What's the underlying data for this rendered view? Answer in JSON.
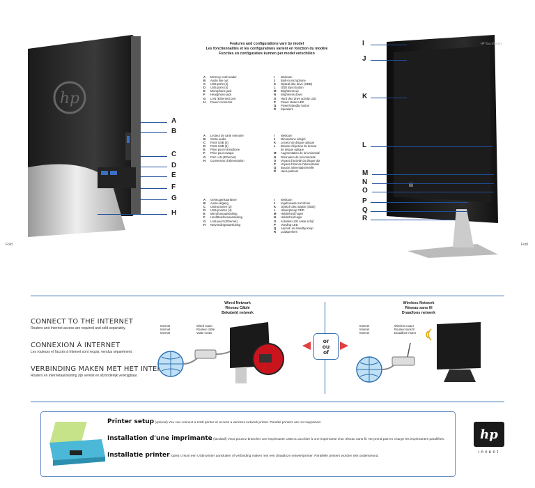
{
  "intro": {
    "lines": [
      "Features and configurations vary by model",
      "Les fonctionnalités et les configurations varient en fonction du modèle",
      "Functies en configuraties kunnen per model verschillen"
    ]
  },
  "callouts_back": [
    "A",
    "B",
    "C",
    "D",
    "E",
    "F",
    "G",
    "H"
  ],
  "callouts_front": [
    "I",
    "J",
    "K",
    "L",
    "M",
    "N",
    "O",
    "P",
    "Q",
    "R"
  ],
  "fold_label": "Fold",
  "lists": {
    "en_left": [
      [
        "A",
        "Memory card reader"
      ],
      [
        "B",
        "Audio line out"
      ],
      [
        "C",
        "USB ports (2)"
      ],
      [
        "D",
        "USB ports (4)"
      ],
      [
        "E",
        "Microphone jack"
      ],
      [
        "F",
        "Headphone jack"
      ],
      [
        "G",
        "LAN (Ethernet) port"
      ],
      [
        "H",
        "Power connector"
      ]
    ],
    "en_right": [
      [
        "I",
        "Webcam"
      ],
      [
        "J",
        "Built-in microphone"
      ],
      [
        "K",
        "Optical disc drive (ODD)"
      ],
      [
        "L",
        "ODD Eject button"
      ],
      [
        "M",
        "Brightness up"
      ],
      [
        "N",
        "Brightness down"
      ],
      [
        "O",
        "Hard disc drive activity LED"
      ],
      [
        "P",
        "Power status LED"
      ],
      [
        "Q",
        "Power/Standby button"
      ],
      [
        "R",
        "Speakers"
      ]
    ],
    "fr_left": [
      [
        "A",
        "Lecteur de carte mémoire"
      ],
      [
        "B",
        "Sortie audio"
      ],
      [
        "C",
        "Ports USB (2)"
      ],
      [
        "D",
        "Ports USB (4)"
      ],
      [
        "E",
        "Prise pour microphone"
      ],
      [
        "F",
        "Prise pour casque"
      ],
      [
        "G",
        "Port LAN (Ethernet)"
      ],
      [
        "H",
        "Connecteur d'alimentation"
      ]
    ],
    "fr_right": [
      [
        "I",
        "Webcam"
      ],
      [
        "J",
        "Microphone intégré"
      ],
      [
        "K",
        "Lecteur de disque optique"
      ],
      [
        "L",
        "Bouton d'éjection du lecteur"
      ],
      [
        "",
        "de disque optique"
      ],
      [
        "M",
        "Augmentation de la luminosité"
      ],
      [
        "N",
        "Diminution de la luminosité"
      ],
      [
        "O",
        "Voyant d'activité du disque dur"
      ],
      [
        "P",
        "Voyant d'état de l'alimentation"
      ],
      [
        "Q",
        "Bouton alimentation/veille"
      ],
      [
        "R",
        "Haut-parleurs"
      ]
    ],
    "nl_left": [
      [
        "A",
        "Geheugenkaartlezer"
      ],
      [
        "B",
        "Audio-uitgang"
      ],
      [
        "C",
        "USB-poorten (2)"
      ],
      [
        "D",
        "USB-poorten (4)"
      ],
      [
        "E",
        "Microfoonaansluiting"
      ],
      [
        "F",
        "Hoofdtelefoonaansluiting"
      ],
      [
        "G",
        "LAN-poort (Ethernet)"
      ],
      [
        "H",
        "Netvoedingsaansluiting"
      ]
    ],
    "nl_right": [
      [
        "I",
        "Webcam"
      ],
      [
        "J",
        "Ingebouwde microfoon"
      ],
      [
        "K",
        "Optisch disc station (ODD)"
      ],
      [
        "L",
        "Uitwerpknop ODD"
      ],
      [
        "M",
        "Helderheid hoger"
      ],
      [
        "N",
        "Helderheid lager"
      ],
      [
        "O",
        "Activiteit-LED vaste schijf"
      ],
      [
        "P",
        "Voeding-LED"
      ],
      [
        "Q",
        "Aan/uit- en standby-knop"
      ],
      [
        "R",
        "Luidsprekers"
      ]
    ]
  },
  "network": {
    "en_title": "CONNECT TO THE INTERNET",
    "en_sub": "Routers and Internet access are required and sold separately.",
    "fr_title": "CONNEXION À INTERNET",
    "fr_sub": "Les routeurs et l'accès à Internet sont requis, vendus séparément.",
    "nl_title": "VERBINDING MAKEN MET HET INTERNET",
    "nl_sub": "Routers en internetaansluiting zijn vereist en afzonderlijk verkrijgbaar.",
    "wired_head": [
      "Wired Network",
      "Réseau Câblé",
      "Bekabeld netwerk"
    ],
    "wireless_head": [
      "Wireless Network",
      "Réseau sans fil",
      "Draadloos netwerk"
    ],
    "internet_labels": [
      "Internet",
      "Internet",
      "Internet"
    ],
    "wired_router_labels": [
      "Wired router",
      "Routeur câblé",
      "Vaste router"
    ],
    "wireless_router_labels": [
      "Wireless router",
      "Routeur sans fil",
      "Draadloze router"
    ],
    "or_labels": [
      "or",
      "ou",
      "of"
    ]
  },
  "printer": {
    "en_title": "Printer setup",
    "en_opt": "(optional)",
    "en_text": "You can connect a USB printer or access a wireless network printer. Parallel printers are not supported.",
    "fr_title": "Installation d'une imprimante",
    "fr_opt": "(facultatif)",
    "fr_text": "Vous pouvez brancher une imprimante USB ou accéder à une imprimante d'un réseau sans fil. Ne prend pas en charge les imprimantes parallèles.",
    "nl_title": "Installatie printer",
    "nl_opt": "(optie)",
    "nl_text": "U kunt een USB-printer aansluiten of verbinding maken met een draadloze netwerkprinter. Parallelle printers worden niet ondersteund."
  },
  "brand": {
    "logo": "hp",
    "tagline": "invent",
    "accent": "#2f6fb0"
  }
}
